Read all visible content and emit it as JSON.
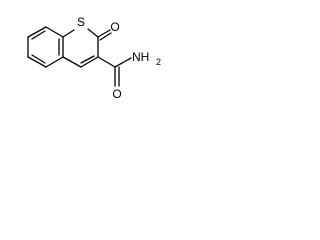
{
  "molecule": {
    "atoms": {
      "sulfur": "S",
      "carbonyl_oxygen": "O",
      "amide_oxygen": "O",
      "amide_nitrogen": "NH",
      "amide_nitrogen_h_count": "2"
    },
    "colors": {
      "bond": "#000000",
      "label": "#000000",
      "background": "#ffffff"
    }
  }
}
